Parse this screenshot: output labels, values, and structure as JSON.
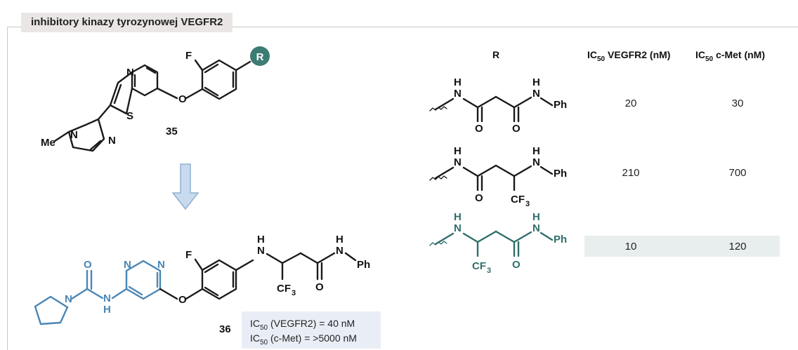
{
  "header": {
    "title": "inhibitory kinazy tyrozynowej  VEGFR2"
  },
  "colors": {
    "blue_fragment": "#4a86b5",
    "teal_fragment": "#2f6e6a",
    "r_badge": "#3d7c73",
    "highlight_row": "#e8eeee",
    "ic_box": "#e9eef6"
  },
  "compound35": {
    "label": "35",
    "atoms": {
      "N_pyridine": "N",
      "F": "F",
      "O": "O",
      "S": "S",
      "N_imid": "N",
      "N_imid2": "N",
      "Me": "Me",
      "R": "R"
    }
  },
  "compound36": {
    "label": "36",
    "atoms": {
      "O_urea": "O",
      "N_pyrr": "N",
      "NH_urea": "N",
      "H_urea": "H",
      "N1": "N",
      "N2": "N",
      "F": "F",
      "O_ether": "O",
      "NH_amine": "N",
      "H_amine": "H",
      "CF3": "CF",
      "CF3_sub": "3",
      "O_amide": "O",
      "NH_amide": "N",
      "H_amide": "H",
      "Ph": "Ph"
    },
    "ic50": {
      "line1_prefix": "IC",
      "line1_sub": "50",
      "line1_rest": " (VEGFR2) = 40 nM",
      "line2_prefix": "IC",
      "line2_sub": "50",
      "line2_rest": " (c-Met) = >5000 nM"
    }
  },
  "table": {
    "headers": {
      "r": "R",
      "vegfr2_prefix": "IC",
      "vegfr2_sub": "50",
      "vegfr2_rest": " VEGFR2 (nM)",
      "cmet_prefix": "IC",
      "cmet_sub": "50",
      "cmet_rest": " c-Met (nM)"
    },
    "rows": [
      {
        "vegfr2": "20",
        "cmet": "30",
        "atoms": {
          "H1": "H",
          "N1": "N",
          "O1": "O",
          "O2": "O",
          "H2": "H",
          "N2": "N",
          "Ph": "Ph"
        }
      },
      {
        "vegfr2": "210",
        "cmet": "700",
        "atoms": {
          "H1": "H",
          "N1": "N",
          "O1": "O",
          "CF": "CF",
          "sub": "3",
          "H2": "H",
          "N2": "N",
          "Ph": "Ph"
        }
      },
      {
        "vegfr2": "10",
        "cmet": "120",
        "highlighted": true,
        "atoms": {
          "H1": "H",
          "N1": "N",
          "CF": "CF",
          "sub": "3",
          "O1": "O",
          "H2": "H",
          "N2": "N",
          "Ph": "Ph"
        }
      }
    ]
  }
}
